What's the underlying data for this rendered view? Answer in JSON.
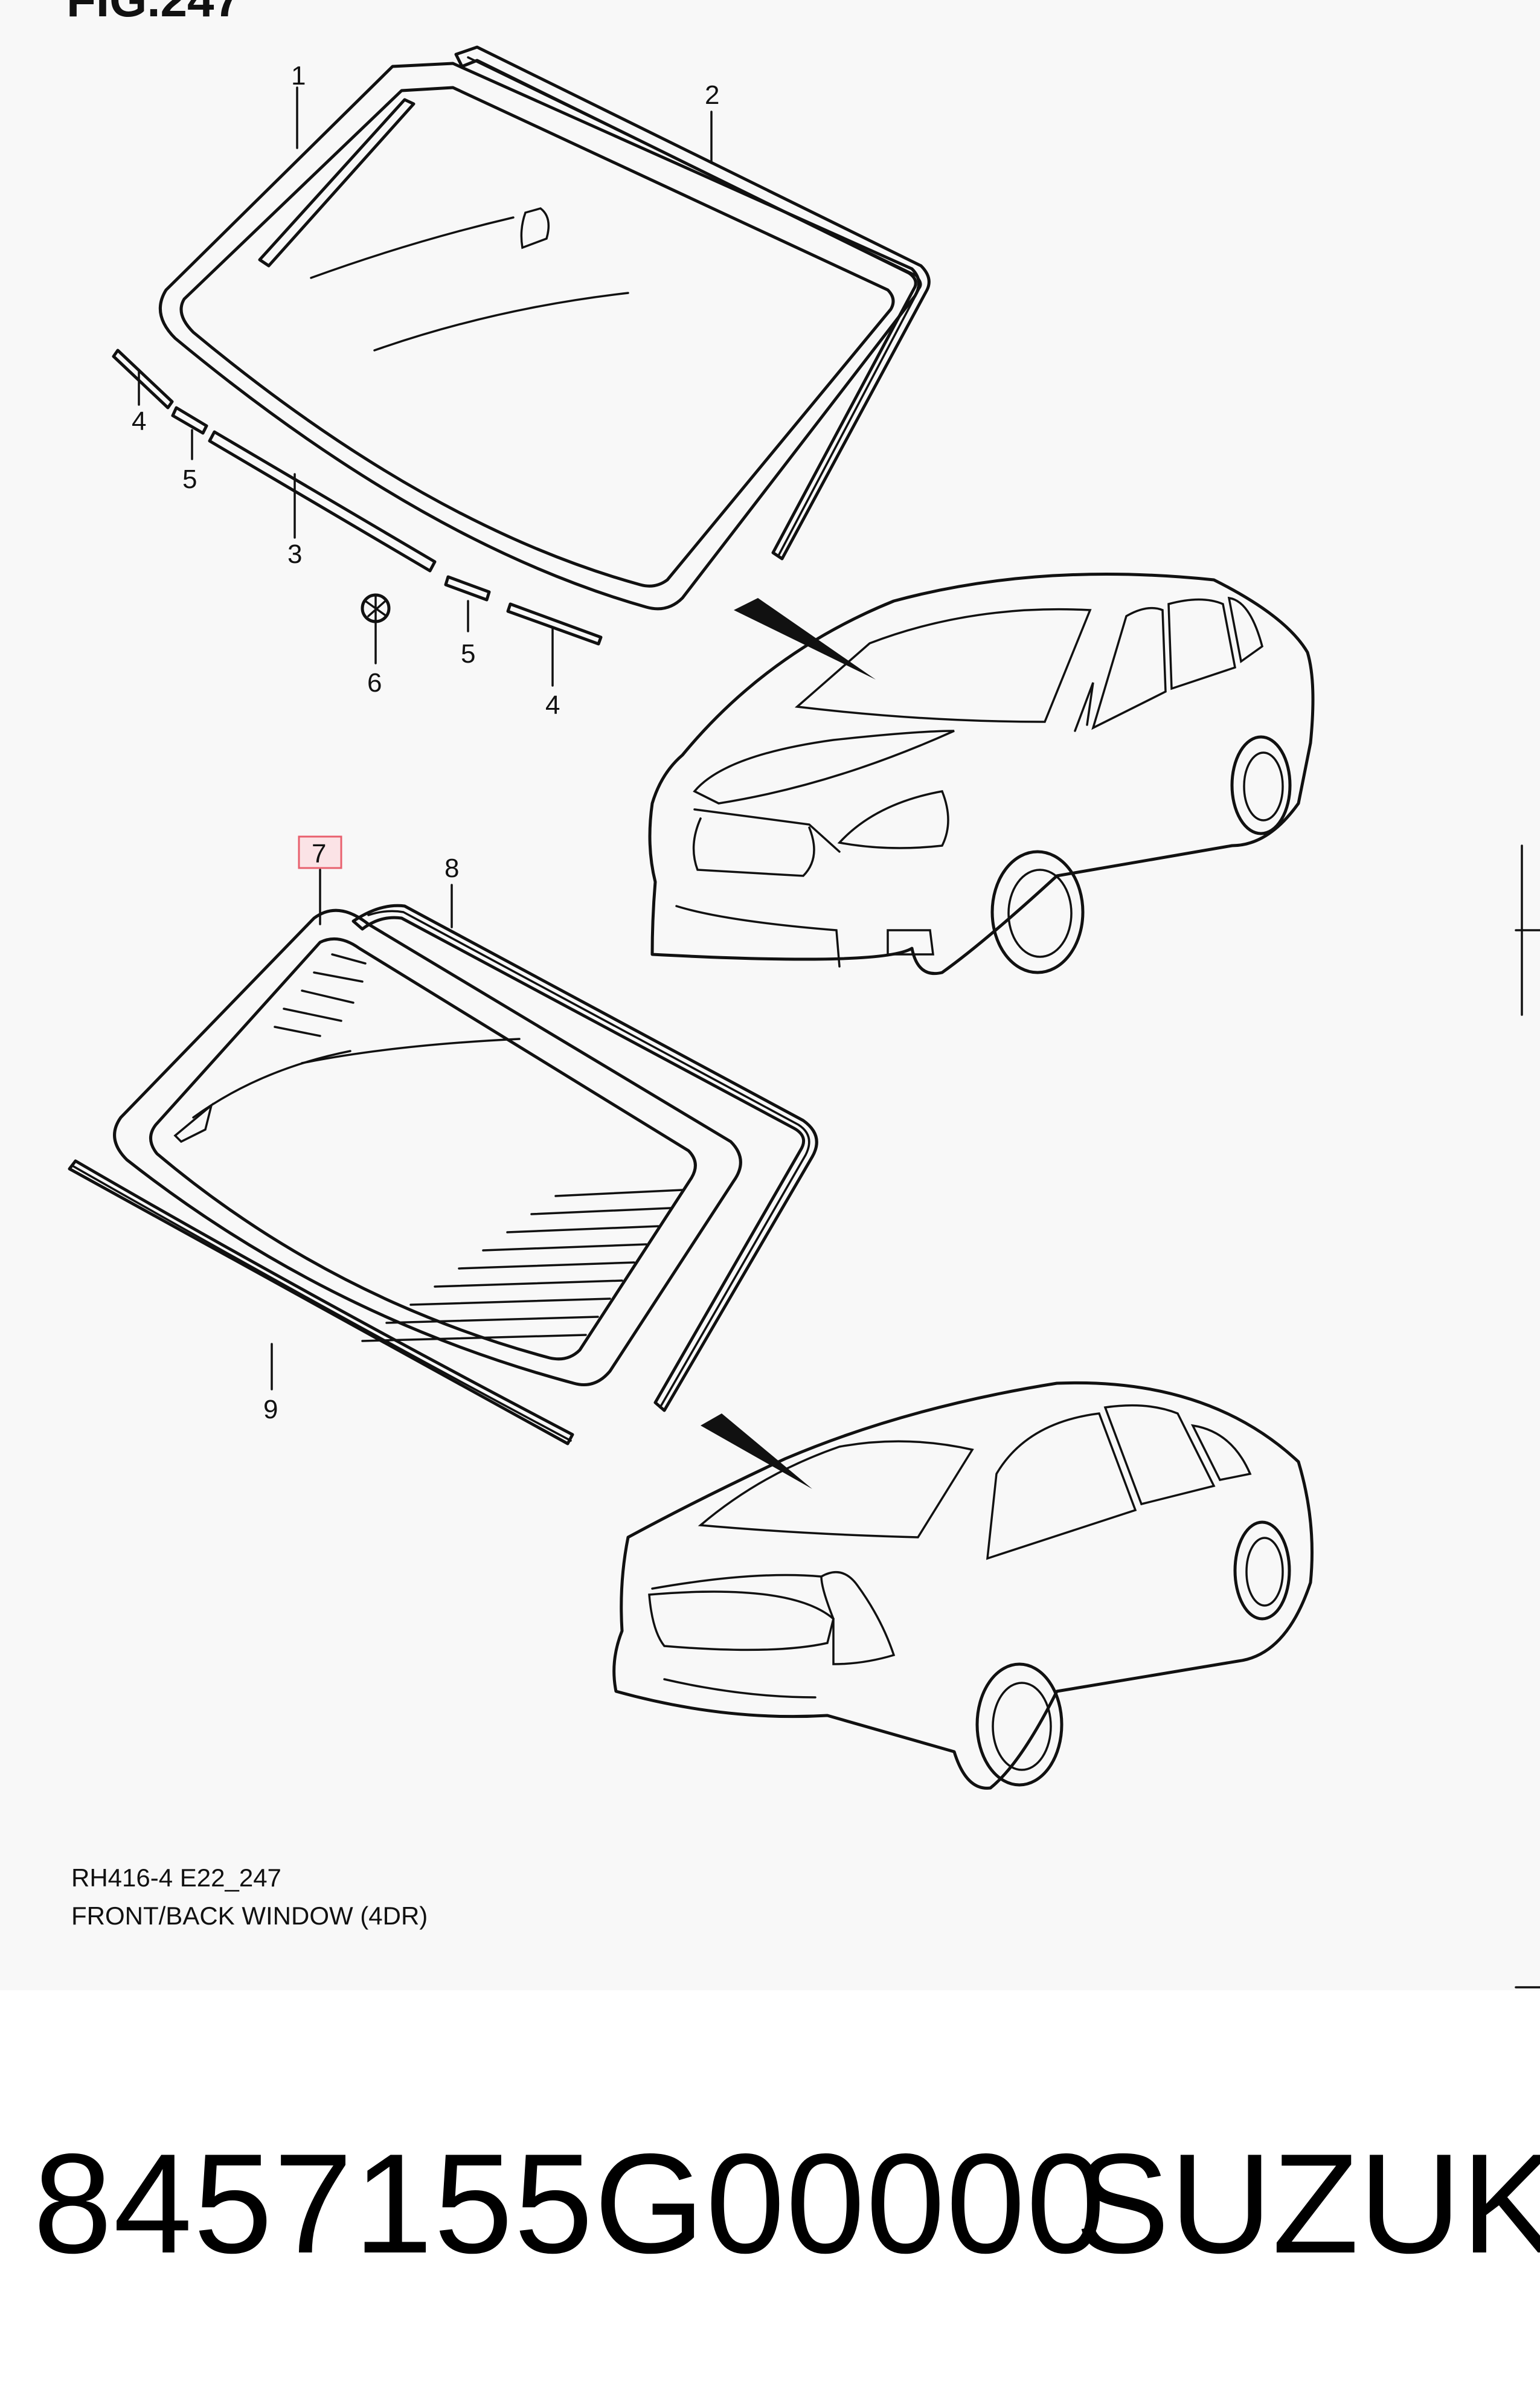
{
  "figure": {
    "title": "FIG.247",
    "code": "RH416-4 E22_247",
    "caption": "FRONT/BACK WINDOW (4DR)"
  },
  "callouts": {
    "c1": "1",
    "c2": "2",
    "c3": "3",
    "c4a": "4",
    "c4b": "4",
    "c5a": "5",
    "c5b": "5",
    "c6": "6",
    "c7": "7",
    "c8": "8",
    "c9": "9"
  },
  "highlight": {
    "callout": "7",
    "color": "#e8606e",
    "fill": "#fbe3e6"
  },
  "footer": {
    "part_number": "8457155G00000",
    "brand": "SUZUKI"
  }
}
